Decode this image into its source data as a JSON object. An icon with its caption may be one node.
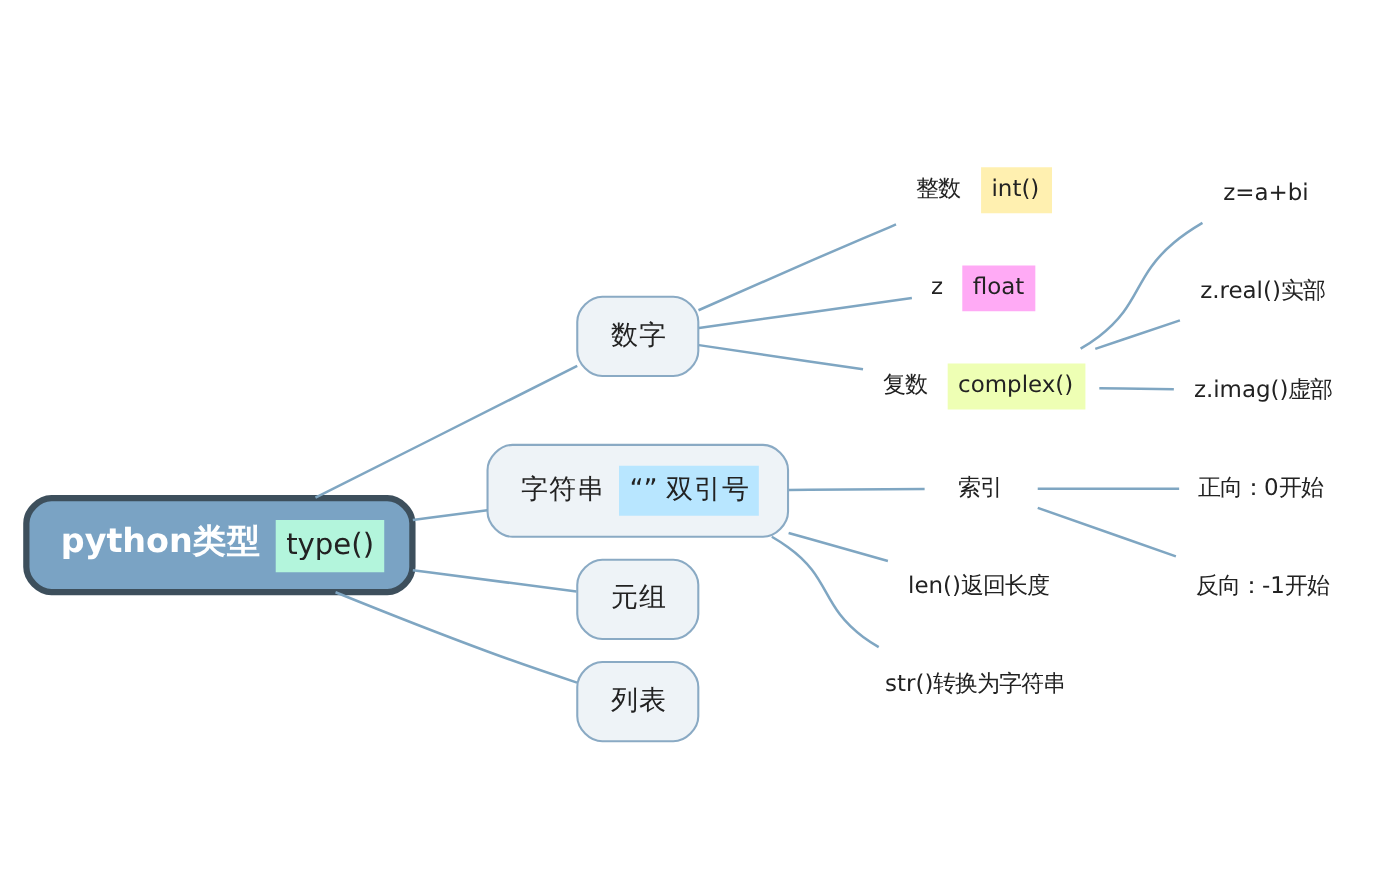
{
  "diagram": {
    "nodes": [
      {
        "text": [
          "python类型",
          "type()"
        ]
      },
      {
        "text": [
          "数字"
        ]
      },
      {
        "text": [
          "整数",
          "int()"
        ]
      },
      {
        "text": [
          "z",
          "float"
        ]
      },
      {
        "text": [
          "复数",
          "complex()"
        ]
      },
      {
        "text": [
          "z=a+bi"
        ]
      },
      {
        "text": [
          "z.real()实部"
        ]
      },
      {
        "text": [
          "z.imag()虚部"
        ]
      },
      {
        "text": [
          "字符串",
          "“” 双引号"
        ]
      },
      {
        "text": [
          "索引"
        ]
      },
      {
        "text": [
          "正向：0开始"
        ]
      },
      {
        "text": [
          "反向：-1开始"
        ]
      },
      {
        "text": [
          "len()返回长度"
        ]
      },
      {
        "text": [
          "str()转换为字符串"
        ]
      },
      {
        "text": [
          "元组"
        ]
      },
      {
        "text": [
          "列表"
        ]
      }
    ],
    "edges": [
      {
        "from": 0,
        "to": 1,
        "arrow": "none"
      },
      {
        "from": 1,
        "to": 2,
        "arrow": "none"
      },
      {
        "from": 1,
        "to": 3,
        "arrow": "none"
      },
      {
        "from": 1,
        "to": 4,
        "arrow": "none"
      },
      {
        "from": 4,
        "to": 5,
        "arrow": "none"
      },
      {
        "from": 4,
        "to": 6,
        "arrow": "none"
      },
      {
        "from": 4,
        "to": 7,
        "arrow": "none"
      },
      {
        "from": 0,
        "to": 8,
        "arrow": "none"
      },
      {
        "from": 8,
        "to": 9,
        "arrow": "none"
      },
      {
        "from": 9,
        "to": 10,
        "arrow": "none"
      },
      {
        "from": 9,
        "to": 11,
        "arrow": "none"
      },
      {
        "from": 8,
        "to": 12,
        "arrow": "none"
      },
      {
        "from": 8,
        "to": 13,
        "arrow": "none"
      },
      {
        "from": 0,
        "to": 14,
        "arrow": "none"
      },
      {
        "from": 0,
        "to": 15,
        "arrow": "none"
      }
    ]
  }
}
